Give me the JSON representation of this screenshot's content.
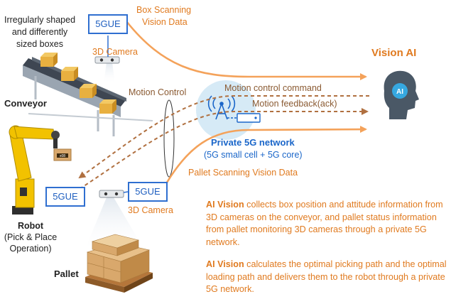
{
  "labels": {
    "boxes_line1": "Irregularly shaped",
    "boxes_line2": "and differently",
    "boxes_line3": "sized boxes",
    "ue_top": "5GUE",
    "camera_top": "3D Camera",
    "box_scan_line1": "Box Scanning",
    "box_scan_line2": "Vision Data",
    "vision_ai": "Vision AI",
    "conveyor": "Conveyor",
    "motion_control": "Motion Control",
    "motion_command": "Motion control command",
    "motion_feedback": "Motion feedback(ack)",
    "private_network": "Private 5G network",
    "private_network_sub": "(5G small cell + 5G core)",
    "pallet_scan": "Pallet Scanning Vision Data",
    "ue_robot": "5GUE",
    "ue_bottom": "5GUE",
    "camera_bottom": "3D Camera",
    "robot": "Robot",
    "robot_sub1": "(Pick & Place",
    "robot_sub2": "Operation)",
    "pallet": "Pallet",
    "ai_badge": "AI",
    "robot_box_label": "x08"
  },
  "description": {
    "p1_highlight": "AI Vision",
    "p1_rest": " collects box position and attitude information from 3D cameras on the conveyor, and pallet status information from pallet monitoring 3D cameras through a private 5G network.",
    "p2_highlight": "AI Vision",
    "p2_rest": " calculates the optimal picking path and the optimal loading path and delivers them to the robot through a private 5G network."
  },
  "colors": {
    "orange": "#e07a1f",
    "arrow": "#f4a25a",
    "blue": "#1a66c9",
    "cell_circle": "#cfe6f5",
    "robot_yellow": "#f2c200",
    "box_tan": "#d9a86c"
  }
}
